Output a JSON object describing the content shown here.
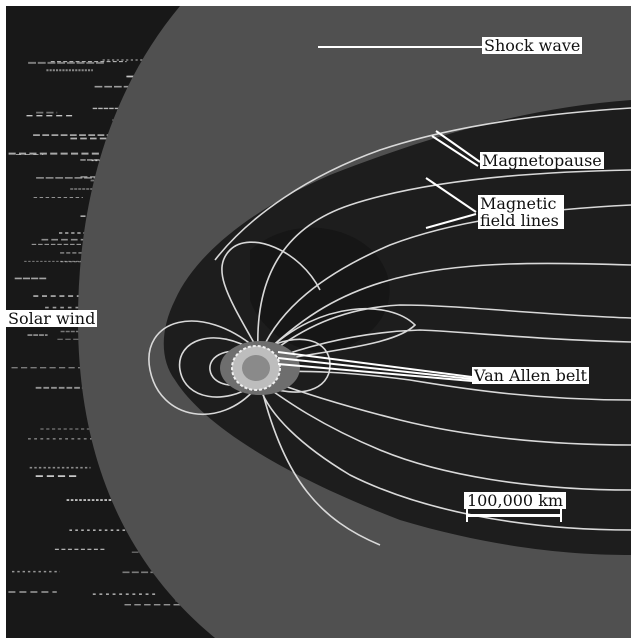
{
  "labels": {
    "shock_wave": "Shock wave",
    "magnetopause": "Magnetopause",
    "magnetic_field_lines": "Magnetic field lines",
    "solar_wind": "Solar wind",
    "van_allen_belt": "Van Allen belt",
    "scale_bar": "100,000 km"
  },
  "colors": {
    "space": "#181818",
    "magnetosheath": "#505050",
    "field_line": "#d9d9d9",
    "earth": "#bdbdbd",
    "leader_line": "#ffffff",
    "label_background": "#ffffff"
  }
}
